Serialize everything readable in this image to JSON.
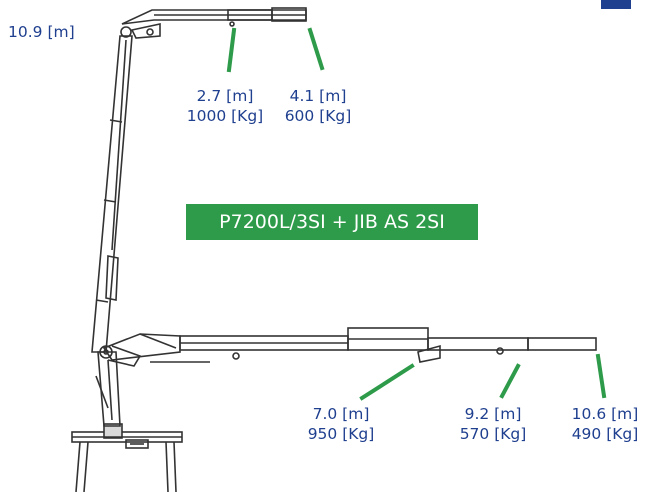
{
  "labels": {
    "max_height": "10.9 [m]",
    "jib_points": [
      {
        "reach": "2.7 [m]",
        "load": "1000 [Kg]"
      },
      {
        "reach": "4.1 [m]",
        "load": "600 [Kg]"
      }
    ],
    "boom_points": [
      {
        "reach": "7.0 [m]",
        "load": "950 [Kg]"
      },
      {
        "reach": "9.2 [m]",
        "load": "570 [Kg]"
      },
      {
        "reach": "10.6 [m]",
        "load": "490 [Kg]"
      }
    ]
  },
  "model": {
    "name": "P7200L/3SI + JIB AS 2SI"
  },
  "colors": {
    "label_text": "#1f3f8f",
    "banner_bg": "#2e9b4a",
    "pointer": "#2e9b4a",
    "crane_line": "#333333",
    "corner_tab": "#1f3f8f"
  }
}
